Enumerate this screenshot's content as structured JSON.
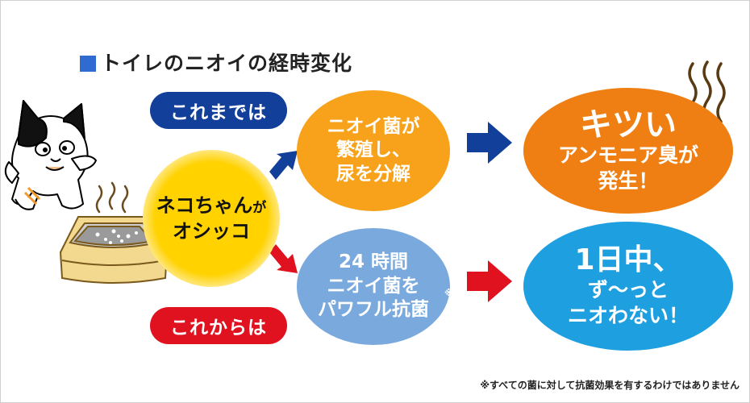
{
  "title": "トイレのニオイの経時変化",
  "labels": {
    "before": "これまでは",
    "after": "これからは"
  },
  "center": {
    "line1a": "ネコちゃん",
    "line1b": "が",
    "line2": "オシッコ"
  },
  "before_step": [
    "ニオイ菌が",
    "繁殖し、",
    "尿を分解"
  ],
  "before_result": [
    "キツい",
    "アンモニア臭が",
    "発生！"
  ],
  "after_step": [
    "24 時間",
    "ニオイ菌を",
    "パワフル抗菌"
  ],
  "after_step_mark": "※",
  "after_result": [
    "1日中、",
    "ず～っと",
    "ニオわない！"
  ],
  "footnote": "※すべての菌に対して抗菌効果を有するわけではありません",
  "colors": {
    "navy": "#123f9a",
    "red": "#e0121f",
    "orange": "#f7a21a",
    "dark_orange": "#ef7f12",
    "light_blue": "#7aa9dd",
    "cyan": "#1e9fe0",
    "yellow": "#ffd200"
  },
  "icons": [
    "cat-illustration",
    "litter-box-icon",
    "stink-wave-icon",
    "sparkle-icon",
    "arrow-icon"
  ]
}
